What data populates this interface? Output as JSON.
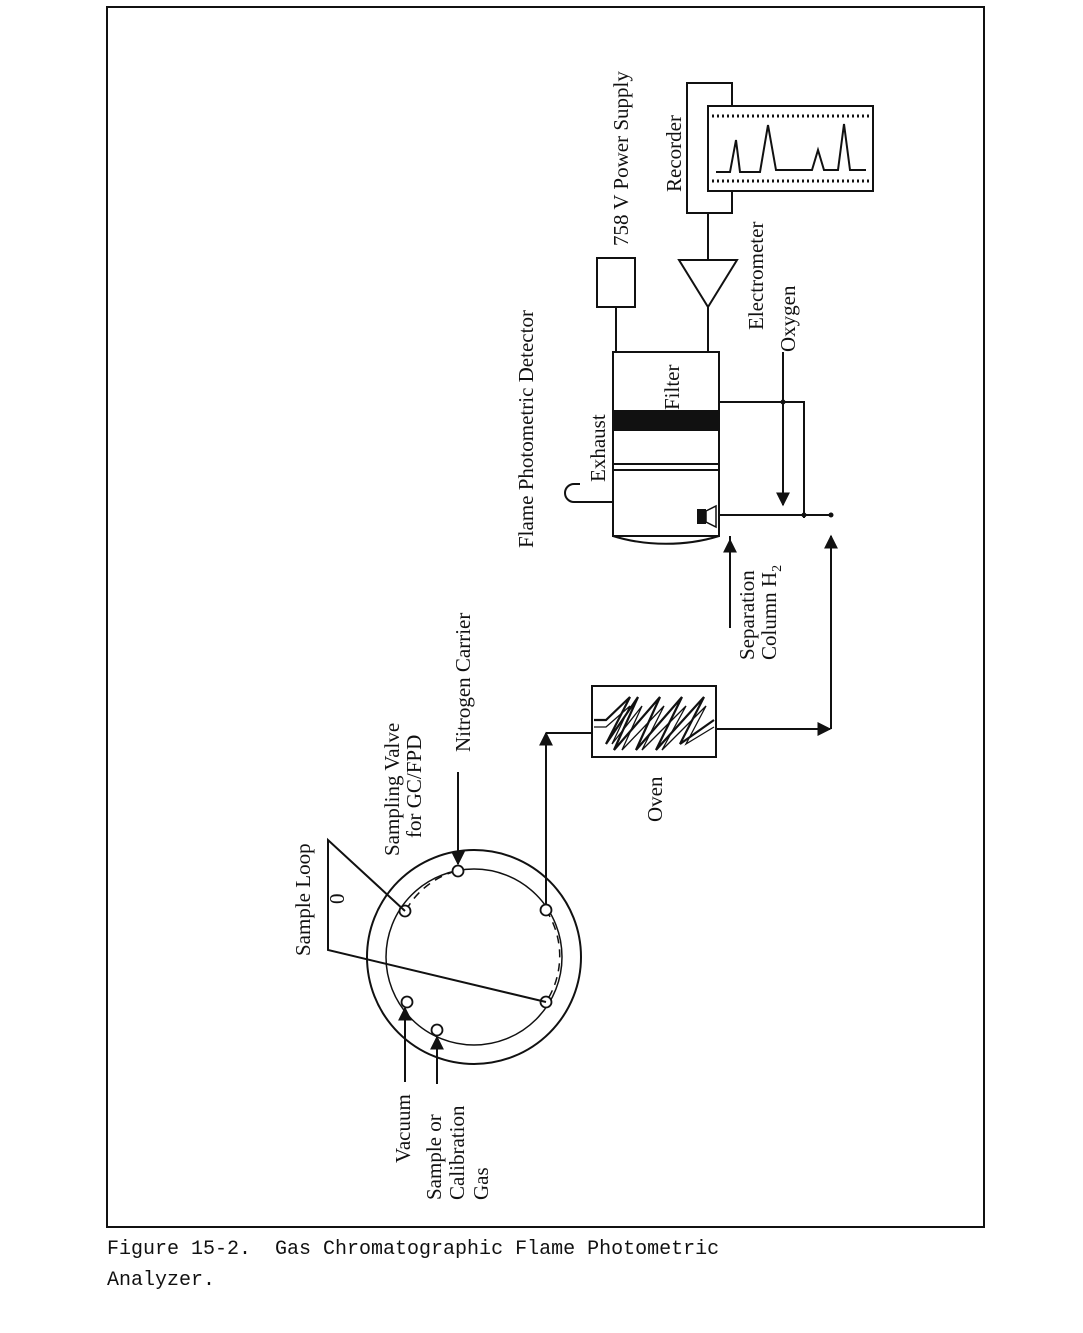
{
  "labels": {
    "sample_loop": "Sample Loop",
    "sample_loop_marker": "0",
    "sampling_valve_line1": "Sampling Valve",
    "sampling_valve_line2": "for GC/FPD",
    "nitrogen_carrier": "Nitrogen Carrier",
    "vacuum": "Vacuum",
    "sample_line1": "Sample or",
    "sample_line2": "Calibration",
    "sample_line3": "Gas",
    "oven": "Oven",
    "separation_line1": "Separation",
    "separation_line2": "Column H",
    "separation_sub": "2",
    "flame_photometric_detector": "Flame Photometric Detector",
    "exhaust": "Exhaust",
    "filter": "Filter",
    "oxygen": "Oxygen",
    "electrometer": "Electrometer",
    "power_supply": "758 V Power Supply",
    "recorder": "Recorder"
  },
  "caption": {
    "line1": "Figure 15-2.  Gas Chromatographic Flame Photometric",
    "line2": "Analyzer."
  }
}
